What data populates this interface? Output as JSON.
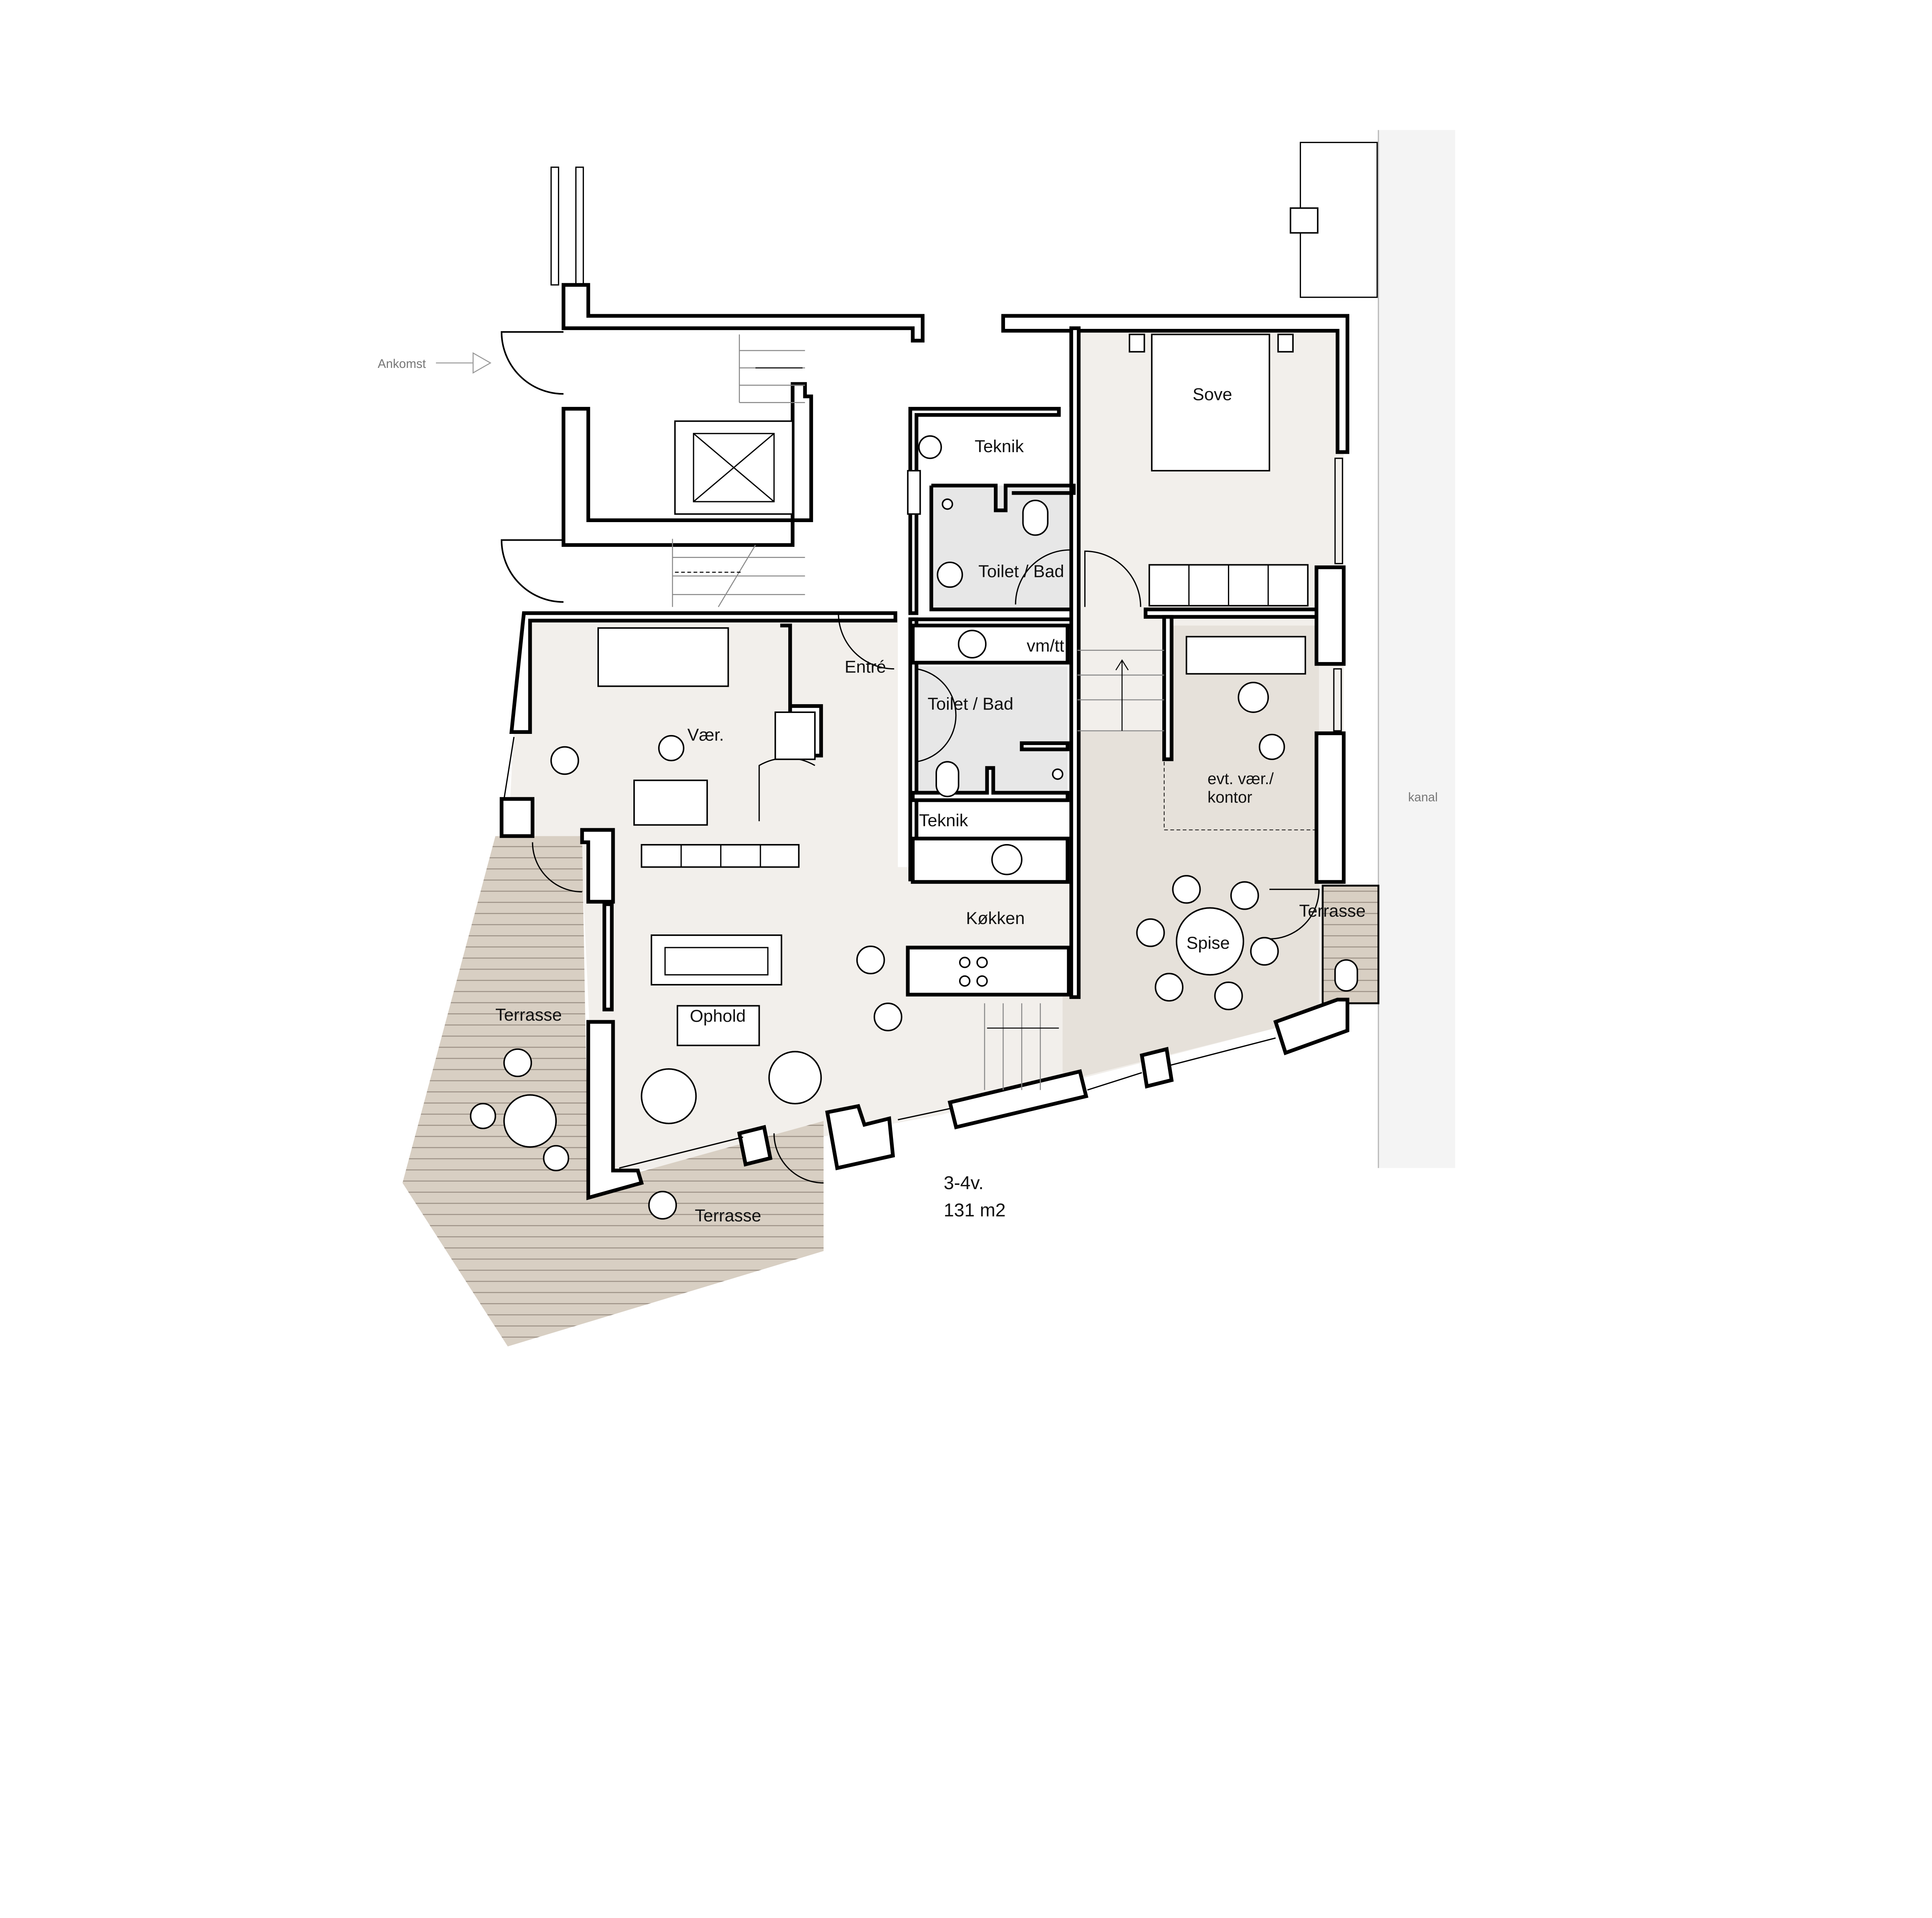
{
  "plan": {
    "arrival_label": "Ankomst",
    "canal_label": "kanal",
    "unit_type": "3-4v.",
    "area": "131 m2",
    "rooms": {
      "bedroom": "Sove",
      "tech_upper": "Teknik",
      "bath_upper": "Toilet / Bad",
      "laundry": "vm/tt",
      "entrance": "Entré",
      "bath_lower": "Toilet / Bad",
      "room": "Vær.",
      "office_line1": "evt. vær./",
      "office_line2": "kontor",
      "tech_lower": "Teknik",
      "kitchen": "Køkken",
      "terrace_east": "Terrasse",
      "dining": "Spise",
      "terrace_west": "Terrasse",
      "living": "Ophold",
      "terrace_south": "Terrasse"
    }
  },
  "colors": {
    "floor": "#f2efeb",
    "floor_dark": "#e6e1da",
    "bath": "#e7e7e7",
    "terrace": "#d8cfc3",
    "canal": "#f4f4f4"
  }
}
